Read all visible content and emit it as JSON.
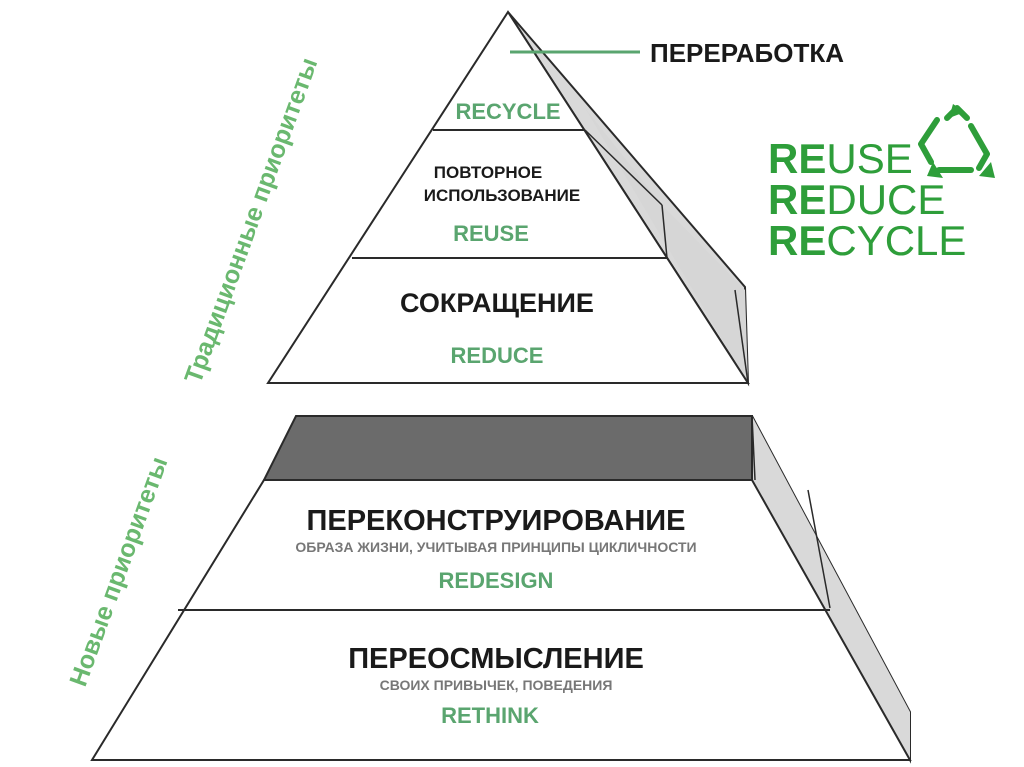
{
  "callout": {
    "label": "ПЕРЕРАБОТКА"
  },
  "traditional_pyramid": {
    "side_label": "Традиционные приоритеты",
    "tiers": [
      {
        "english": "RECYCLE"
      },
      {
        "russian_line1": "ПОВТОРНОЕ",
        "russian_line2": "ИСПОЛЬЗОВАНИЕ",
        "english": "REUSE"
      },
      {
        "russian": "СОКРАЩЕНИЕ",
        "english": "REDUCE"
      }
    ]
  },
  "new_pyramid": {
    "side_label": "Новые приоритеты",
    "tiers": [
      {
        "russian": "ПЕРЕКОНСТРУИРОВАНИЕ",
        "subtitle": "ОБРАЗА ЖИЗНИ, УЧИТЫВАЯ ПРИНЦИПЫ ЦИКЛИЧНОСТИ",
        "english": "REDESIGN"
      },
      {
        "russian": "ПЕРЕОСМЫСЛЕНИЕ",
        "subtitle": "СВОИХ ПРИВЫЧЕК, ПОВЕДЕНИЯ",
        "english": "RETHINK"
      }
    ]
  },
  "logo": {
    "line1_bold": "RE",
    "line1_rest": "USE",
    "line2_bold": "RE",
    "line2_rest": "DUCE",
    "line3_bold": "RE",
    "line3_rest": "CYCLE",
    "icon": "recycle-icon"
  },
  "colors": {
    "accent_green": "#5aa56f",
    "logo_green": "#2e9e3a",
    "side_face": "#d9d9d9",
    "top_face": "#6b6b6b",
    "outline": "#2a2a2a"
  }
}
